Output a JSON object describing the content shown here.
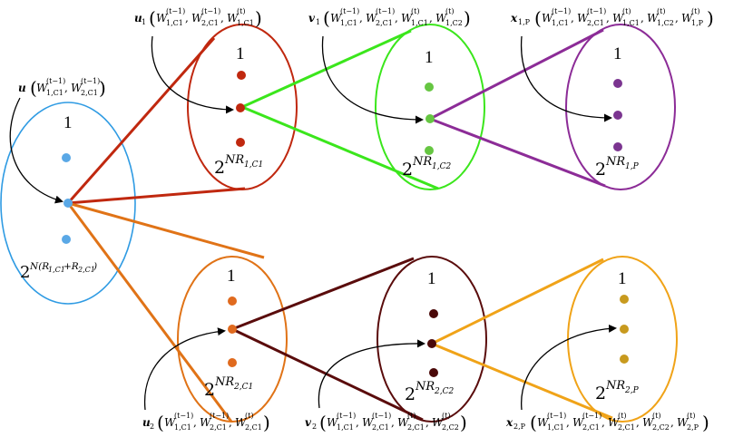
{
  "colors": {
    "root": "#2f9be3",
    "red": "#c0280f",
    "green": "#3be61c",
    "purple": "#8c2c97",
    "orange": "#e07317",
    "maroon": "#5a0c0c",
    "yellow": "#f0a318",
    "dot_root": "#5aa8e6",
    "dot_red": "#c0280f",
    "dot_green": "#66c642",
    "dot_purple": "#7b3590",
    "dot_orange": "#e06a1e",
    "dot_maroon": "#4a0808",
    "dot_yellow": "#c89a1e"
  },
  "nodes": {
    "root": {
      "top": "1",
      "bottom": "2^{N(R_{1,C1}+R_{2,C1})}"
    },
    "u1": {
      "top": "1",
      "bottom": "2^{NR_{1,C1}}"
    },
    "v1": {
      "top": "1",
      "bottom": "2^{NR_{1,C2}}"
    },
    "x1p": {
      "top": "1",
      "bottom": "2^{NR_{1,P}}"
    },
    "u2": {
      "top": "1",
      "bottom": "2^{NR_{2,C1}}"
    },
    "v2": {
      "top": "1",
      "bottom": "2^{NR_{2,C2}}"
    },
    "x2p": {
      "top": "1",
      "bottom": "2^{NR_{2,P}}"
    }
  },
  "labels": {
    "root": "u(W_{1,C1}^{(t-1)}, W_{2,C1}^{(t-1)})",
    "u1": "u_1(W_{1,C1}^{(t-1)}, W_{2,C1}^{(t-1)}, W_{1,C1}^{(t)})",
    "v1": "v_1(W_{1,C1}^{(t-1)}, W_{2,C1}^{(t-1)}, W_{1,C1}^{(t)}, W_{1,C2}^{(t)})",
    "x1p": "x_{1,P}(W_{1,C1}^{(t-1)}, W_{2,C1}^{(t-1)}, W_{1,C1}^{(t)}, W_{1,C2}^{(t)}, W_{1,P}^{(t)})",
    "u2": "u_2(W_{1,C1}^{(t-1)}, W_{2,C1}^{(t-1)}, W_{2,C1}^{(t)})",
    "v2": "v_2(W_{1,C1}^{(t-1)}, W_{2,C1}^{(t-1)}, W_{2,C1}^{(t)}, W_{2,C2}^{(t)})",
    "x2p": "x_{2,P}(W_{1,C1}^{(t-1)}, W_{2,C1}^{(t-1)}, W_{2,C1}^{(t)}, W_{2,C2}^{(t)}, W_{2,P}^{(t)})"
  }
}
